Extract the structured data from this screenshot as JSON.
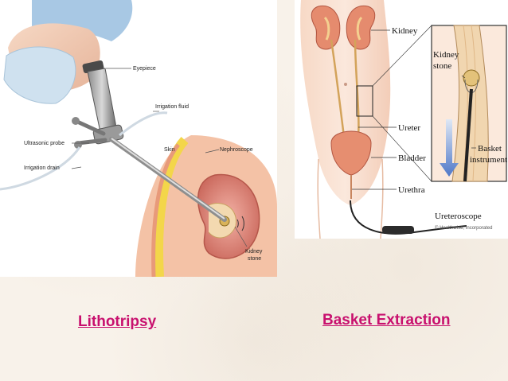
{
  "left_diagram": {
    "labels": {
      "eyepiece": "Eyepiece",
      "irrigation_fluid": "Irrigation fluid",
      "skin": "Skin",
      "nephroscope": "Nephroscope",
      "ultrasonic_probe": "Ultrasonic probe",
      "irrigation_drain": "Irrigation drain",
      "kidney_stone_1": "Kidney",
      "kidney_stone_2": "stone"
    }
  },
  "right_diagram": {
    "labels": {
      "kidney": "Kidney",
      "ureter": "Ureter",
      "bladder": "Bladder",
      "urethra": "Urethra",
      "ureteroscope": "Ureteroscope",
      "inset_kidney_1": "Kidney",
      "inset_kidney_2": "stone",
      "inset_basket_1": "Basket",
      "inset_basket_2": "instrument",
      "credit": "© Healthwise, Incorporated"
    }
  },
  "captions": {
    "lithotripsy": "Lithotripsy",
    "basket_extraction": "Basket Extraction"
  },
  "colors": {
    "caption": "#c8106e",
    "background": "#f8f2ea"
  }
}
